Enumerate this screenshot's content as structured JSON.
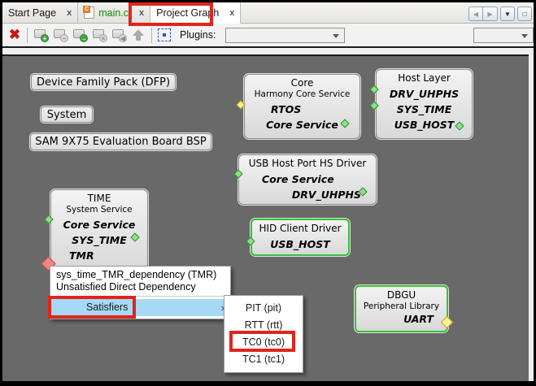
{
  "tab_bar": {
    "tabs": [
      {
        "label": "Start Page"
      },
      {
        "label": "main.c"
      },
      {
        "label": "Project Graph",
        "selected": true
      }
    ]
  },
  "icons": {
    "close_tab": "x",
    "file_c_badge": "C",
    "scroll_left": "◀",
    "scroll_right": "▶",
    "tab_list": "▼",
    "maximize": "□",
    "delete": "✖",
    "submenu_arrow": "›"
  },
  "toolbar": {
    "plugins_label": "Plugins:",
    "plugins_value": "",
    "right_dropdown_value": "",
    "buttons": [
      {
        "badge": "+"
      },
      {
        "badge": "−"
      },
      {
        "badge": "→"
      },
      {
        "badge": "×"
      },
      {
        "badge": "◀"
      }
    ]
  },
  "graph": {
    "nodes": [
      {
        "title": "Device Family Pack (DFP)"
      },
      {
        "title": "System"
      },
      {
        "title": "SAM 9X75 Evaluation Board BSP"
      },
      {
        "title": "Core",
        "subtitle": "Harmony Core Service",
        "entries": [
          "RTOS",
          "Core Service"
        ]
      },
      {
        "title": "Host Layer",
        "entries": [
          "DRV_UHPHS",
          "SYS_TIME",
          "USB_HOST"
        ]
      },
      {
        "title": "USB Host Port HS Driver",
        "entries": [
          "Core Service",
          "DRV_UHPHS"
        ]
      },
      {
        "title": "HID Client Driver",
        "entries": [
          "USB_HOST"
        ]
      },
      {
        "title": "TIME",
        "subtitle": "System Service",
        "entries": [
          "Core Service",
          "SYS_TIME",
          "TMR"
        ]
      },
      {
        "title": "DBGU",
        "subtitle": "Peripheral Library",
        "entries": [
          "UART"
        ]
      }
    ]
  },
  "context_menu": {
    "title_line1": "sys_time_TMR_dependency (TMR)",
    "title_line2": "Unsatisfied Direct Dependency",
    "satisfiers_label": "Satisfiers"
  },
  "submenu": {
    "items": [
      "PIT (pit)",
      "RTT (rtt)",
      "TC0 (tc0)",
      "TC1 (tc1)"
    ]
  },
  "colors": {
    "canvas_bg": "#696969",
    "node_green_border": "#35c435",
    "annotation_red": "#e0251b",
    "menu_highlight": "#a6d9f4",
    "diamond_green": "#8ce08c",
    "diamond_yellow": "#f7ef9e",
    "diamond_red": "#ef8686",
    "main_c_text": "#0a8f0a"
  }
}
